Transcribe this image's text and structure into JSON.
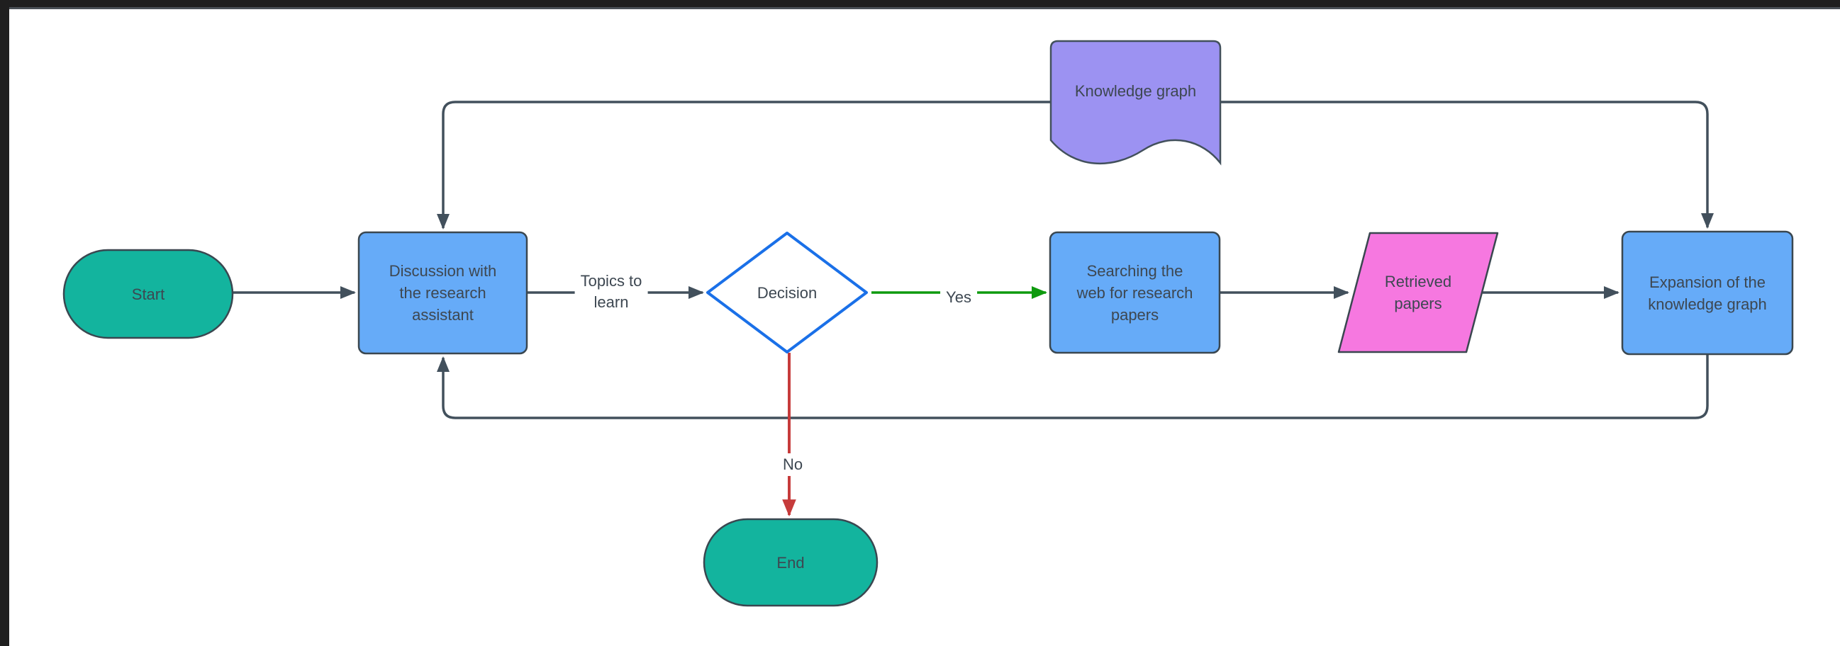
{
  "window": {
    "chrome_color": "#1f1f1f",
    "canvas_color": "#ffffff"
  },
  "palette": {
    "connector": "#42505c",
    "process_fill": "#66abf8",
    "terminator_fill": "#13b49e",
    "data_fill": "#f678e0",
    "document_fill": "#9c92f2",
    "decision_stroke": "#1a70e8",
    "yes_arrow": "#0e9a0e",
    "no_arrow": "#c63b3b",
    "text": "#3d4751"
  },
  "diagram": {
    "nodes": [
      {
        "id": "start",
        "shape": "terminator",
        "label": "Start"
      },
      {
        "id": "discussion",
        "shape": "process",
        "label": "Discussion with\nthe research\nassistant"
      },
      {
        "id": "decision",
        "shape": "decision",
        "label": "Decision"
      },
      {
        "id": "searching",
        "shape": "process",
        "label": "Searching the\nweb for research\npapers"
      },
      {
        "id": "retrieved",
        "shape": "data",
        "label": "Retrieved\npapers"
      },
      {
        "id": "expansion",
        "shape": "process",
        "label": "Expansion of the\nknowledge graph"
      },
      {
        "id": "knowledge_graph",
        "shape": "document",
        "label": "Knowledge graph"
      },
      {
        "id": "end",
        "shape": "terminator",
        "label": "End"
      }
    ],
    "edge_labels": [
      {
        "id": "topics",
        "text": "Topics to\nlearn"
      },
      {
        "id": "yes",
        "text": "Yes"
      },
      {
        "id": "no",
        "text": "No"
      }
    ],
    "edges": [
      {
        "from": "start",
        "to": "discussion"
      },
      {
        "from": "discussion",
        "to": "decision",
        "label": "Topics to learn"
      },
      {
        "from": "decision",
        "to": "searching",
        "label": "Yes"
      },
      {
        "from": "searching",
        "to": "retrieved"
      },
      {
        "from": "retrieved",
        "to": "expansion"
      },
      {
        "from": "expansion",
        "to": "discussion",
        "via": "bottom-loop"
      },
      {
        "from": "knowledge_graph",
        "to": "discussion",
        "via": "top-line"
      },
      {
        "from": "knowledge_graph",
        "to": "expansion",
        "via": "top-line"
      },
      {
        "from": "decision",
        "to": "end",
        "label": "No"
      }
    ]
  }
}
